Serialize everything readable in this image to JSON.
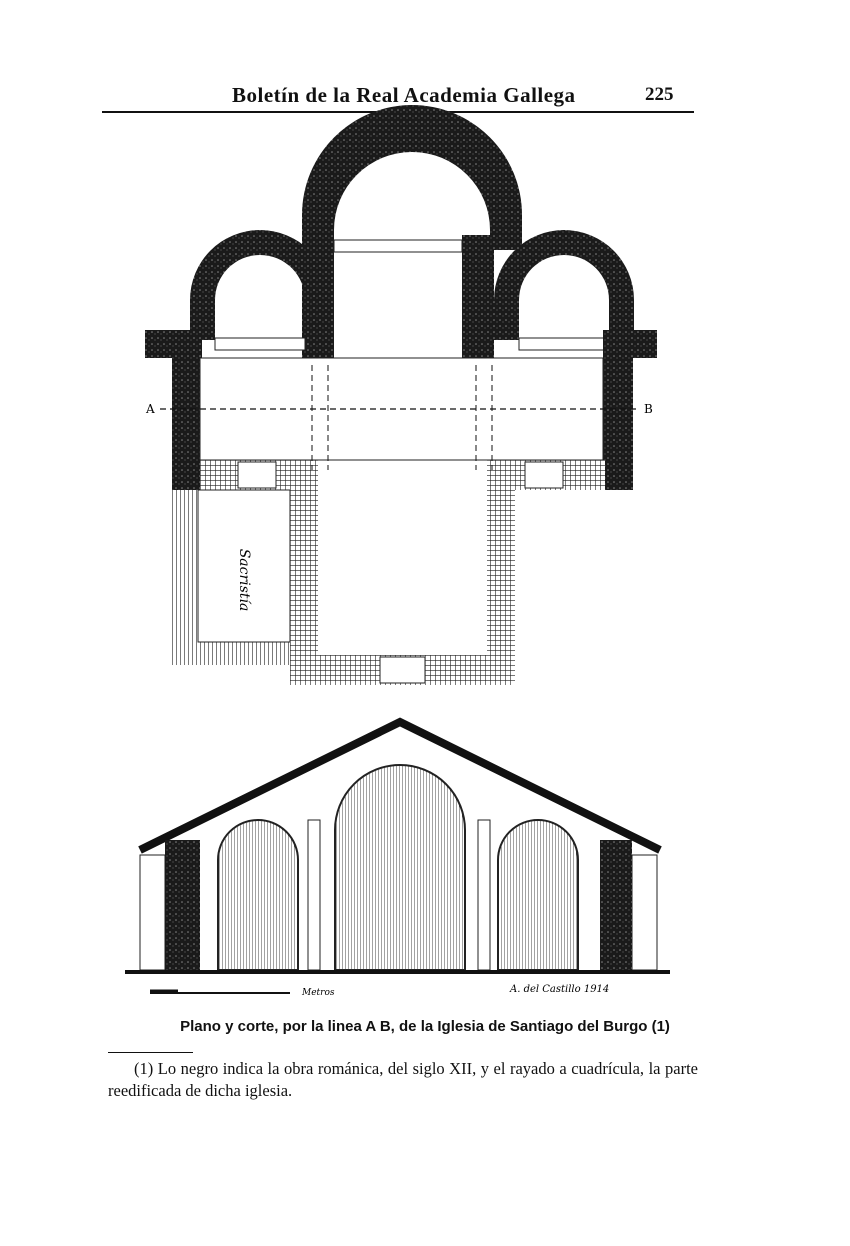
{
  "header": {
    "running_title": "Boletín de la Real Academia Gallega",
    "page_number": "225"
  },
  "plan": {
    "label_a": "A",
    "label_b": "B",
    "room_label": "Sacristía"
  },
  "section": {
    "scale_unit": "Metros",
    "signature": "A. del Castillo 1914"
  },
  "caption": "Plano y corte, por la linea A B, de la Iglesia de Santiago del Burgo (1)",
  "footnote": "(1) Lo negro indica la obra románica, del siglo XII, y el rayado a cuadrícula, la parte reedificada de dicha iglesia."
}
